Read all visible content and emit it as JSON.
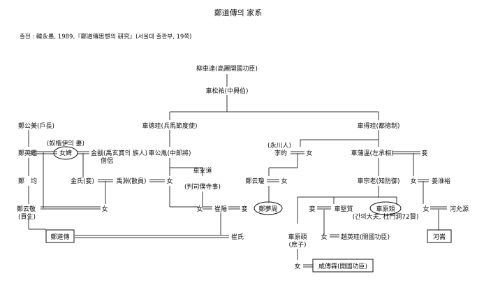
{
  "title": "鄭道傳의 家系",
  "source": "출전 : 韓永愚, 1989,『鄭道傳思想의 硏究』(서울대 출판부, 19쪽)",
  "people": {
    "liu_dongda": "柳車達(高麗開國功臣)",
    "che_songyou": "車松祐(中興伯)",
    "zheng_gongmei": "鄭公美(戶長)",
    "che_deyou": "車德珪(兵馬節度使)",
    "che_dezhi": "車得珪(都摠制)",
    "nuzhe_qi_label": "(奴楷伊의 妻)",
    "zheng_yingjian": "鄭英鑑",
    "nvbi": "女婢",
    "jinjian": "金戩(禹玄寶의 族人)",
    "jinjian_monk": "僧侶",
    "che_gongyun": "車公胤(中郞將)",
    "yongchuanren": "(永川人)",
    "li_yue": "李約",
    "che_puwen": "車蒲溫(左承相)",
    "qi_1": "妾",
    "zheng_jun": "鄭　均",
    "jinshi_qie": "金氏(妾)",
    "yu_yan": "禹淵(散員)",
    "nv_1": "女",
    "che_anzhi": "車安道",
    "che_anzhi_title": "(判司僕寺事)",
    "zheng_yunjing": "鄭云瓊",
    "nv_2": "女",
    "che_zonglao": "車宗老(知防御)",
    "nv_3": "女",
    "jiang_huiyu": "姜淮裕",
    "zheng_yunjing2": "鄭云敬",
    "zheng_yunjing2_title": "(貢生)",
    "nv_4": "女",
    "nv_5": "女",
    "cui_yang": "崔陽",
    "qi_2": "妾",
    "zheng_mengzhou": "鄭夢周",
    "qi_3": "妾",
    "che_jianzhi": "車堅質",
    "che_yuanji": "車原頍",
    "che_yuanji_title": "(간의大夫, 杜門洞72賢)",
    "nv_6": "女",
    "he_yunfeng": "河允源",
    "zheng_daochuan": "鄭道傳",
    "cui_shi": "崔氏",
    "che_yuanshuo": "車原碩",
    "che_yuanshuo_title": "(庶子)",
    "nv_7": "女",
    "zhao_yinggui": "趙英珪(開國功臣)",
    "he_lun": "河崙",
    "nv_8": "女",
    "xian_fuliu": "咸傅霖(開國功臣)"
  }
}
